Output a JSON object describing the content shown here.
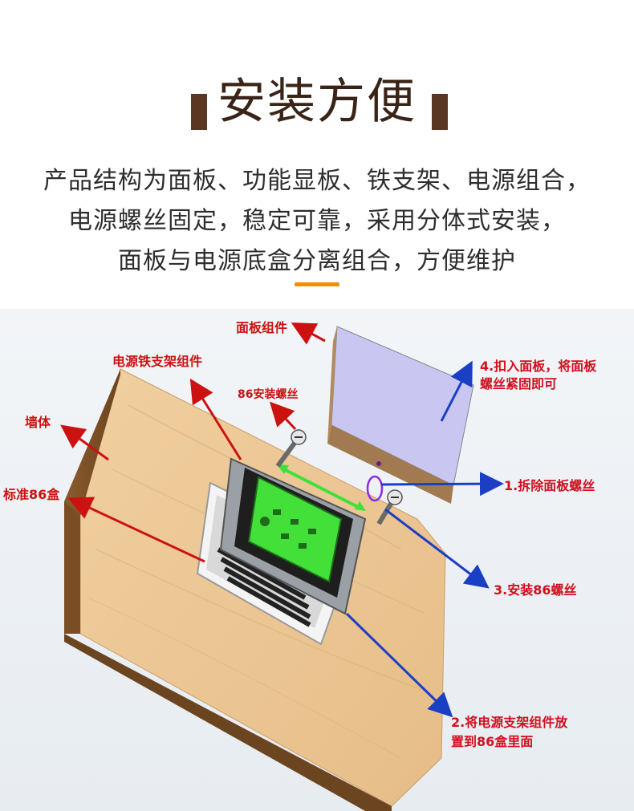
{
  "header": {
    "title": "安装方便",
    "lines": [
      "产品结构为面板、功能显板、铁支架、电源组合，",
      "电源螺丝固定，稳定可靠，采用分体式安装，",
      "面板与电源底盒分离组合，方便维护"
    ]
  },
  "callouts": {
    "panel": "面板组件",
    "bracket": "电源铁支架组件",
    "screw86": "86安装螺丝",
    "wall": "墙体",
    "box86": "标准86盒",
    "step4_line1": "4.扣入面板，将面板",
    "step4_line2": "螺丝紧固即可",
    "step1": "1.拆除面板螺丝",
    "step3": "3.安装86螺丝",
    "step2_line1": "2.将电源支架组件放",
    "step2_line2": "置到86盒里面"
  },
  "colors": {
    "title": "#3a2417",
    "accent": "#f28e00",
    "red_label": "#cc1111",
    "blue_arrow": "#1a3fc4",
    "wood": "#e9c495",
    "panel": "#c9c7f2",
    "green_board": "#44e03a"
  }
}
